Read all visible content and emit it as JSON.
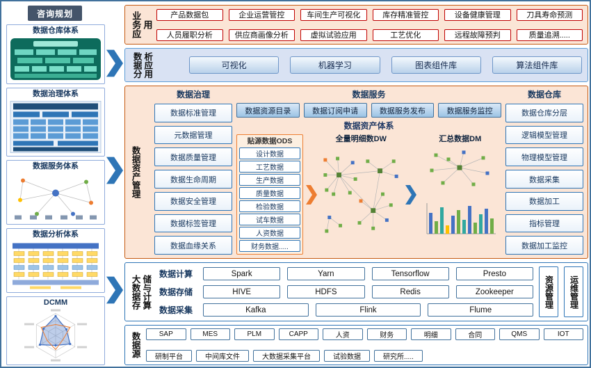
{
  "left_panel": {
    "header": "咨询规划",
    "sections": [
      {
        "title": "数据仓库体系"
      },
      {
        "title": "数据治理体系"
      },
      {
        "title": "数据服务体系"
      },
      {
        "title": "数据分析体系"
      },
      {
        "title": "DCMM"
      }
    ]
  },
  "business_apps": {
    "label": "业务应用",
    "row1": [
      "产品数据包",
      "企业运营管控",
      "车间生产可视化",
      "库存精准管控",
      "设备健康管理",
      "刀具寿命预测"
    ],
    "row2": [
      "人员履职分析",
      "供应商画像分析",
      "虚拟试验应用",
      "工艺优化",
      "远程故障预判",
      "质量追溯....."
    ]
  },
  "analysis_apps": {
    "label": "数据分析应用",
    "items": [
      "可视化",
      "机器学习",
      "图表组件库",
      "算法组件库"
    ]
  },
  "data_asset": {
    "label": "数据资产管理",
    "governance": {
      "title": "数据治理",
      "items": [
        "数据标准管理",
        "元数据管理",
        "数据质量管理",
        "数据生命周期",
        "数据安全管理",
        "数据标签管理",
        "数据血缘关系"
      ]
    },
    "services": {
      "title": "数据服务",
      "items": [
        "数据资源目录",
        "数据订阅申请",
        "数据服务发布",
        "数据服务监控"
      ]
    },
    "asset_system": {
      "title": "数据资产体系",
      "ods": {
        "title": "贴源数据ODS",
        "items": [
          "设计数据",
          "工艺数据",
          "生产数据",
          "质量数据",
          "检验数据",
          "试车数据",
          "人资数据",
          "财务数据....."
        ]
      },
      "dw": {
        "title": "全量明细数DW"
      },
      "dm": {
        "title": "汇总数据DM"
      }
    },
    "warehouse": {
      "title": "数据仓库",
      "items": [
        "数据仓库分层",
        "逻辑模型管理",
        "物理模型管理",
        "数据采集",
        "数据加工",
        "指标管理",
        "数据加工监控"
      ]
    }
  },
  "bigdata": {
    "label": "大数据存储与计算",
    "rows": [
      {
        "label": "数据计算",
        "items": [
          "Spark",
          "Yarn",
          "Tensorflow",
          "Presto"
        ]
      },
      {
        "label": "数据存储",
        "items": [
          "HIVE",
          "HDFS",
          "Redis",
          "Zookeeper"
        ]
      },
      {
        "label": "数据采集",
        "items": [
          "Kafka",
          "Flink",
          "Flume"
        ]
      }
    ],
    "resource_label": "资源管理",
    "ops_label": "运维管理"
  },
  "data_sources": {
    "label": "数据源",
    "row1": [
      "SAP",
      "MES",
      "PLM",
      "CAPP",
      "人资",
      "财务",
      "明细",
      "合同",
      "QMS",
      "IOT"
    ],
    "row2": [
      "研制平台",
      "中间库文件",
      "大数据采集平台",
      "试验数据",
      "研究所....."
    ]
  },
  "colors": {
    "accent_blue": "#2E75B6",
    "accent_orange": "#ED7D31",
    "peach_bg": "#FBE5D6",
    "light_blue_bg": "#D9E2F3",
    "red_border": "#C00000",
    "dark_navy": "#17375E"
  }
}
